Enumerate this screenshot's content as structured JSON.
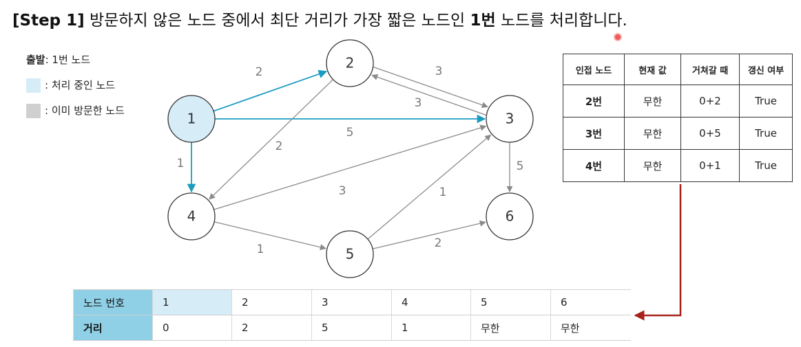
{
  "title": {
    "prefix": "[Step 1]",
    "text_a": " 방문하지 않은 노드 중에서 최단 거리가 가장 짧은 노드인 ",
    "highlight": "1번",
    "text_b": " 노드를 처리합니다."
  },
  "legend": {
    "start_label": "출발",
    "start_value": ": 1번 노드",
    "processing": ": 처리 중인 노드",
    "visited": ": 이미 방문한 노드"
  },
  "colors": {
    "processing": "#d6ecf7",
    "visited": "#d0d0d0",
    "active_edge": "#1a9cc0",
    "edge": "#8a8a8a",
    "header_cell": "#8fd0e6",
    "arrow_red": "#a6231b"
  },
  "graph": {
    "nodes": [
      {
        "id": "1",
        "label": "1",
        "state": "processing"
      },
      {
        "id": "2",
        "label": "2",
        "state": "unvisited"
      },
      {
        "id": "3",
        "label": "3",
        "state": "unvisited"
      },
      {
        "id": "4",
        "label": "4",
        "state": "unvisited"
      },
      {
        "id": "5",
        "label": "5",
        "state": "unvisited"
      },
      {
        "id": "6",
        "label": "6",
        "state": "unvisited"
      }
    ],
    "edges": [
      {
        "from": "1",
        "to": "2",
        "weight": "2",
        "active": true
      },
      {
        "from": "1",
        "to": "3",
        "weight": "5",
        "active": true
      },
      {
        "from": "1",
        "to": "4",
        "weight": "1",
        "active": true
      },
      {
        "from": "2",
        "to": "3",
        "weight": "3",
        "active": false
      },
      {
        "from": "3",
        "to": "2",
        "weight": "3",
        "active": false
      },
      {
        "from": "2",
        "to": "4",
        "weight": "2",
        "active": false
      },
      {
        "from": "3",
        "to": "6",
        "weight": "5",
        "active": false
      },
      {
        "from": "4",
        "to": "3",
        "weight": "3",
        "active": false
      },
      {
        "from": "4",
        "to": "5",
        "weight": "1",
        "active": false
      },
      {
        "from": "5",
        "to": "3",
        "weight": "1",
        "active": false
      },
      {
        "from": "5",
        "to": "6",
        "weight": "2",
        "active": false
      }
    ]
  },
  "adjacency_table": {
    "headers": [
      "인접 노드",
      "현재 값",
      "거쳐갈 때",
      "갱신 여부"
    ],
    "rows": [
      [
        "2번",
        "무한",
        "0+2",
        "True"
      ],
      [
        "3번",
        "무한",
        "0+5",
        "True"
      ],
      [
        "4번",
        "무한",
        "0+1",
        "True"
      ]
    ]
  },
  "distance_table": {
    "row1_header": "노드 번호",
    "row2_header": "거리",
    "nodes": [
      "1",
      "2",
      "3",
      "4",
      "5",
      "6"
    ],
    "distances": [
      "0",
      "2",
      "5",
      "1",
      "무한",
      "무한"
    ],
    "current_index": 0
  }
}
